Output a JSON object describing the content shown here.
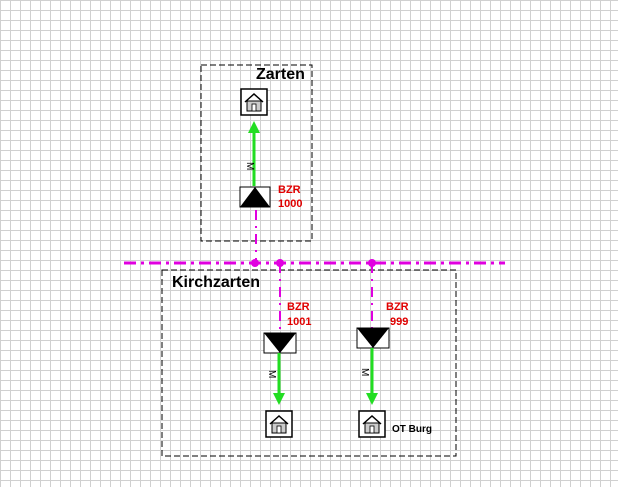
{
  "regions": {
    "zarten": "Zarten",
    "kirchzarten": "Kirchzarten"
  },
  "stations": {
    "bzr_1000": {
      "line1": "BZR",
      "line2": "1000"
    },
    "bzr_1001": {
      "line1": "BZR",
      "line2": "1001"
    },
    "bzr_999": {
      "line1": "BZR",
      "line2": "999"
    }
  },
  "pipes": {
    "zarten_label": "M",
    "kirchzarten_1001_label": "M",
    "burg_label": "M"
  },
  "consumers": {
    "ot_burg": "OT Burg"
  },
  "icons": {
    "house": "house-icon",
    "triangle_up": "triangle-up-icon",
    "triangle_down": "triangle-down-icon"
  },
  "colors": {
    "main_line": "#e000e0",
    "pipe": "#22dd22",
    "bzr_text": "#e00000",
    "region_border": "#000000"
  }
}
